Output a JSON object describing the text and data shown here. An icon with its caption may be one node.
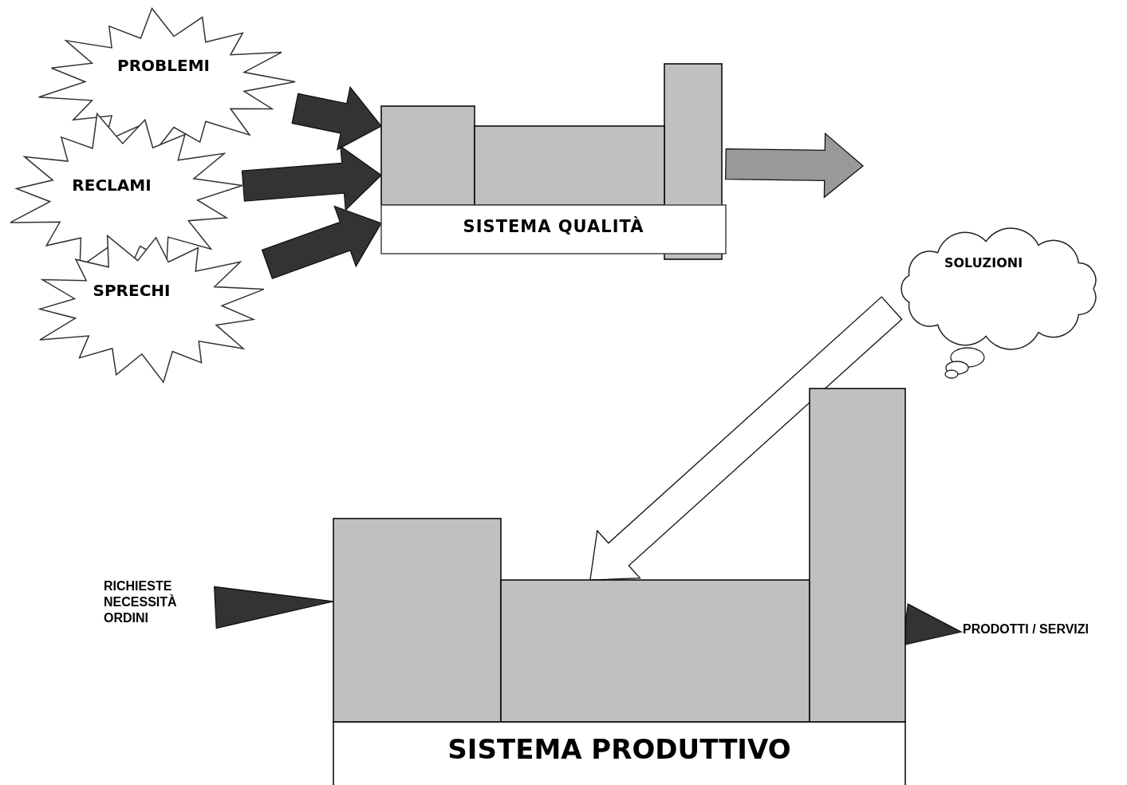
{
  "diagram": {
    "nodes": [
      {
        "text": [
          "PROBLEMI"
        ]
      },
      {
        "text": [
          "RECLAMI"
        ]
      },
      {
        "text": [
          "SPRECHI"
        ]
      },
      {
        "text": [
          "SISTEMA QUALITÀ"
        ]
      },
      {
        "text": [
          "SOLUZIONI"
        ]
      },
      {
        "text": [
          "SISTEMA PRODUTTIVO"
        ]
      },
      {
        "text": [
          "RICHIESTE NECESSITÀ ORDINI"
        ]
      },
      {
        "text": [
          "PRODOTTI / SERVIZI"
        ]
      }
    ],
    "edges": [
      {
        "from": 0,
        "to": 3,
        "arrow": "to"
      },
      {
        "from": 1,
        "to": 3,
        "arrow": "to"
      },
      {
        "from": 2,
        "to": 3,
        "arrow": "to"
      },
      {
        "from": 3,
        "to": null,
        "arrow": "to",
        "color": "#999999"
      },
      {
        "from": 4,
        "to": 5,
        "arrow": "to",
        "color": "#ffffff"
      },
      {
        "from": 6,
        "to": 5,
        "arrow": "to"
      },
      {
        "from": 5,
        "to": 7,
        "arrow": "to"
      }
    ]
  }
}
